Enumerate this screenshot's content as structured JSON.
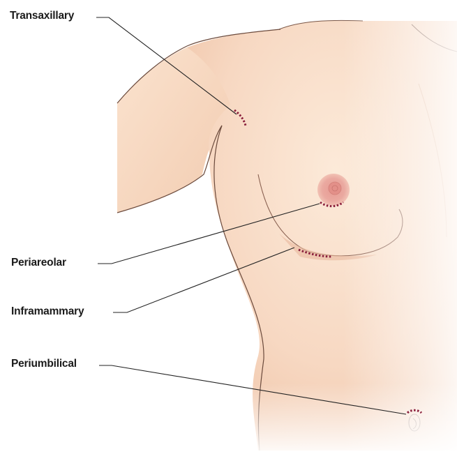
{
  "labels": {
    "transaxillary": "Transaxillary",
    "periareolar": "Periareolar",
    "inframammary": "Inframammary",
    "periumbilical": "Periumbilical"
  },
  "colors": {
    "skin_light": "#fbe6d4",
    "skin": "#f6d4bd",
    "skin_shadow": "#e9b99c",
    "outline": "#5a3a2e",
    "areola": "#e8a39a",
    "nipple": "#d98a82",
    "incision": "#8a1f3c",
    "leader": "#222222"
  }
}
